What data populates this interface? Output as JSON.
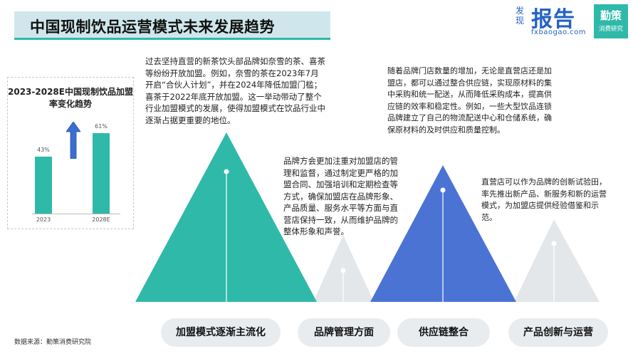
{
  "header": {
    "title": "中国现制饮品运营模式未来发展趋势"
  },
  "brand": {
    "faxian": "发现",
    "baogao": "报告",
    "url": "fxbaogao.com",
    "box_main": "勤策",
    "box_sub": "消费研究"
  },
  "chart_data": {
    "type": "bar",
    "title": "2023-2028E中国现制饮品加盟率变化趋势",
    "categories": [
      "2023",
      "2028E"
    ],
    "values": [
      43,
      61
    ],
    "value_labels": [
      "43%",
      "61%"
    ],
    "ylim": [
      0,
      70
    ],
    "color": "#2fb9a9",
    "arrow_color": "#3a6fd1"
  },
  "texts": {
    "franchise_desc": "过去坚持直营的新茶饮头部品牌如奈雪的茶、喜茶等纷纷开放加盟。例如，奈雪的茶在2023年7月开启“合伙人计划”，并在2024年降低加盟门槛；喜茶于2022年底开放加盟。这一举动带动了整个行业加盟模式的发展，使得加盟模式在饮品行业中逐渐占据更重要的地位。",
    "brand_mgmt_desc": "品牌方会更加注重对加盟店的管理和监督，通过制定更严格的加盟合同、加强培训和定期检查等方式，确保加盟店在品牌形象、产品质量、服务水平等方面与直营店保持一致，从而维护品牌的整体形象和声誉。",
    "supply_desc": "随着品牌门店数量的增加，无论是直营店还是加盟店，都可以通过整合供应链，实现原材料的集中采购和统一配送，从而降低采购成本，提高供应链的效率和稳定性。例如，一些大型饮品连锁品牌建立了自己的物流配送中心和仓储系统，确保原材料的及时供应和质量控制。",
    "innovation_desc": "直营店可以作为品牌的创新试验田，率先推出新产品、新服务和新的运营模式，为加盟店提供经验借鉴和示范。"
  },
  "trends": [
    {
      "label": "加盟模式逐渐主流化",
      "color": "#2fb9a9"
    },
    {
      "label": "品牌管理方面",
      "color": "#e4e7ea"
    },
    {
      "label": "供应链整合",
      "color": "#4a73d4"
    },
    {
      "label": "产品创新与运营",
      "color": "#e4e7ea"
    }
  ],
  "footer": {
    "source": "数据来源：勤策消费研究院"
  }
}
